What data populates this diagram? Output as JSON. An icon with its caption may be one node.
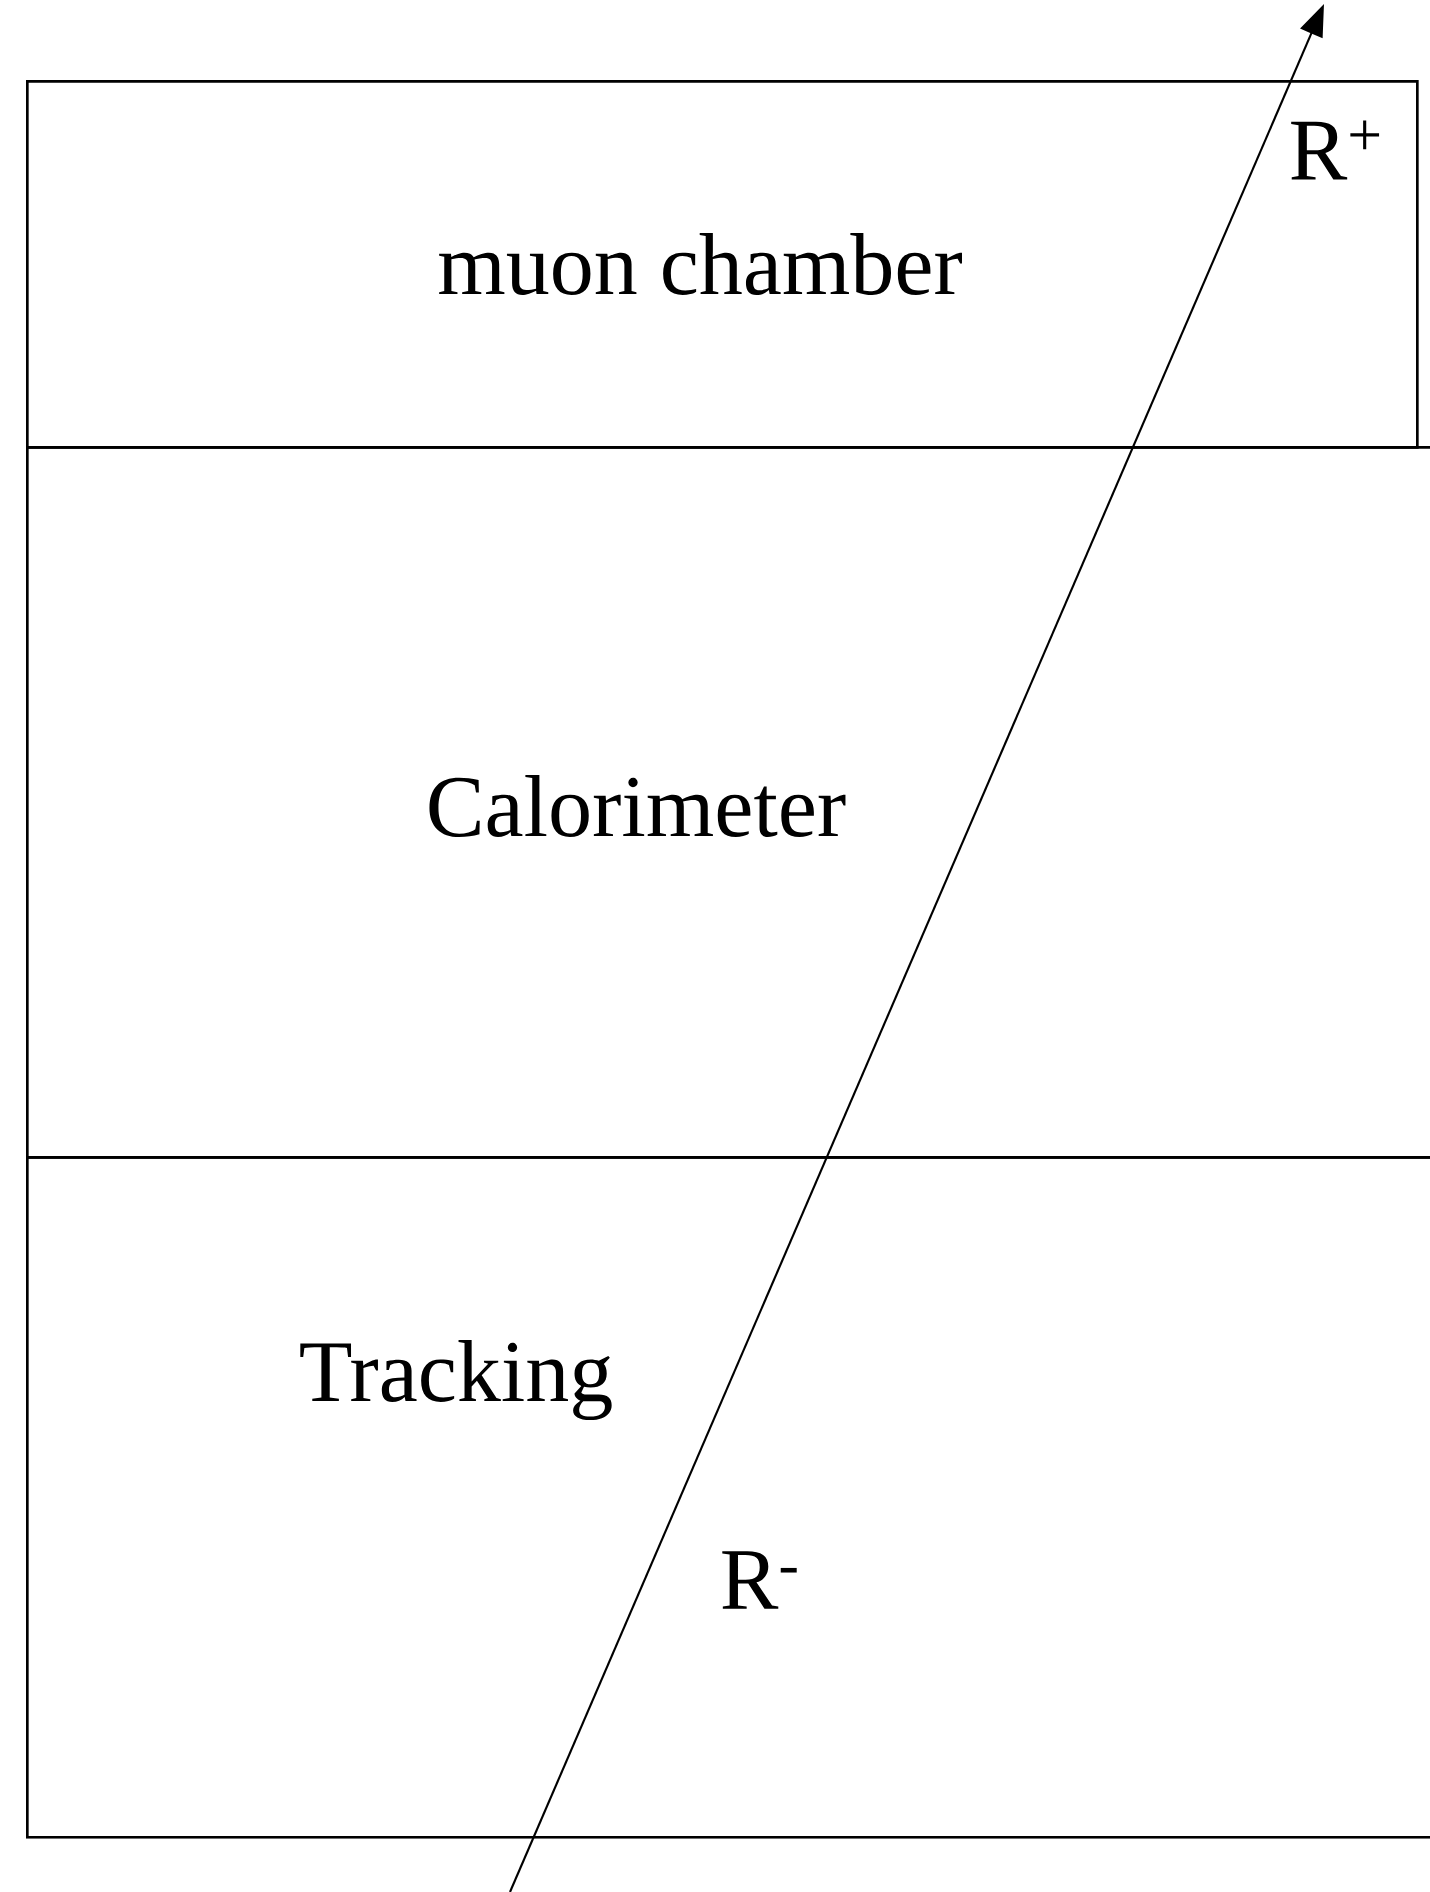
{
  "diagram": {
    "nodes": [
      {
        "text": [
          "muon chamber"
        ]
      },
      {
        "text": [
          "Calorimeter"
        ]
      },
      {
        "text": [
          "Tracking"
        ]
      }
    ],
    "labels": [
      "R$^{+}$",
      "R$^{-}$"
    ]
  }
}
